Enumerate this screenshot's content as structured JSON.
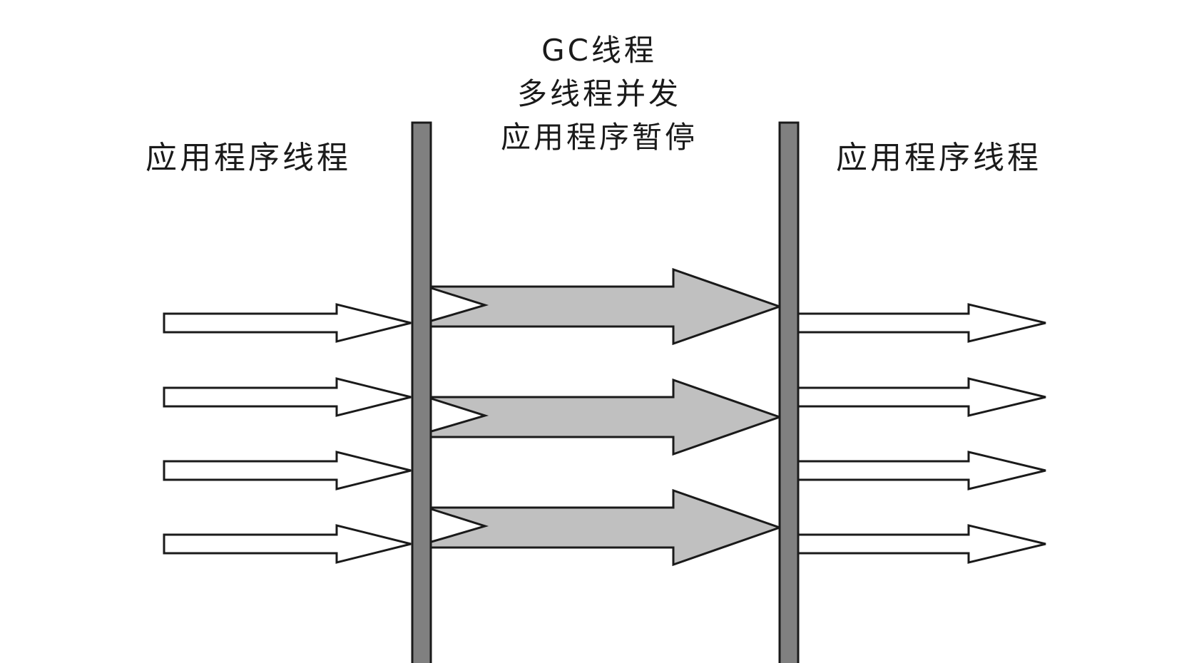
{
  "labels": {
    "left": "应用程序线程",
    "right": "应用程序线程",
    "center": [
      "GC线程",
      "多线程并发",
      "应用程序暂停"
    ]
  },
  "colors": {
    "bar": "#808080",
    "gc_arrow_fill": "#c0c0c0",
    "app_arrow_fill": "#ffffff",
    "outline": "#1a1a1a"
  },
  "diagram": {
    "app_threads_before": 4,
    "gc_threads": 3,
    "app_threads_after": 4
  }
}
